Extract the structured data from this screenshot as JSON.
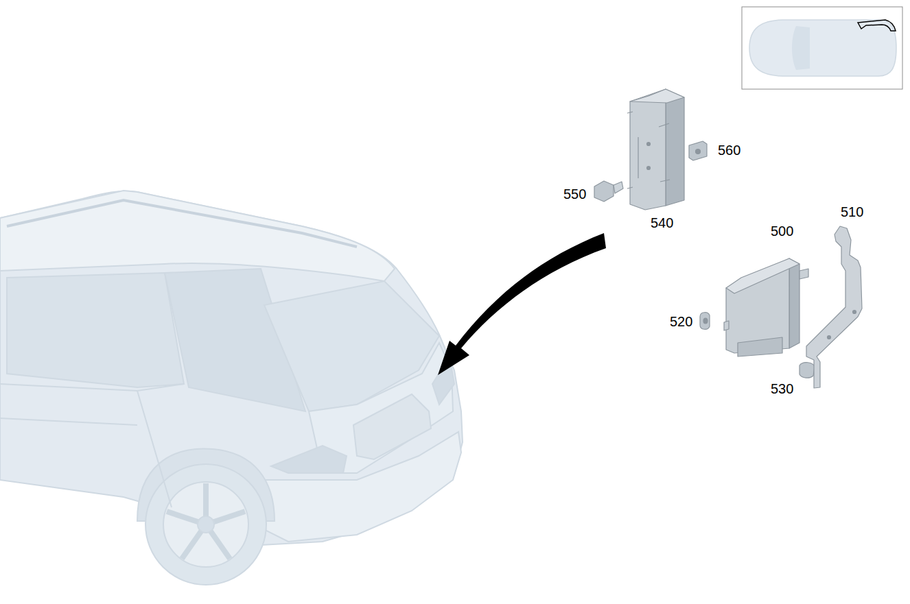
{
  "diagram": {
    "labels": [
      "560",
      "550",
      "510",
      "540",
      "500",
      "520",
      "530"
    ]
  }
}
